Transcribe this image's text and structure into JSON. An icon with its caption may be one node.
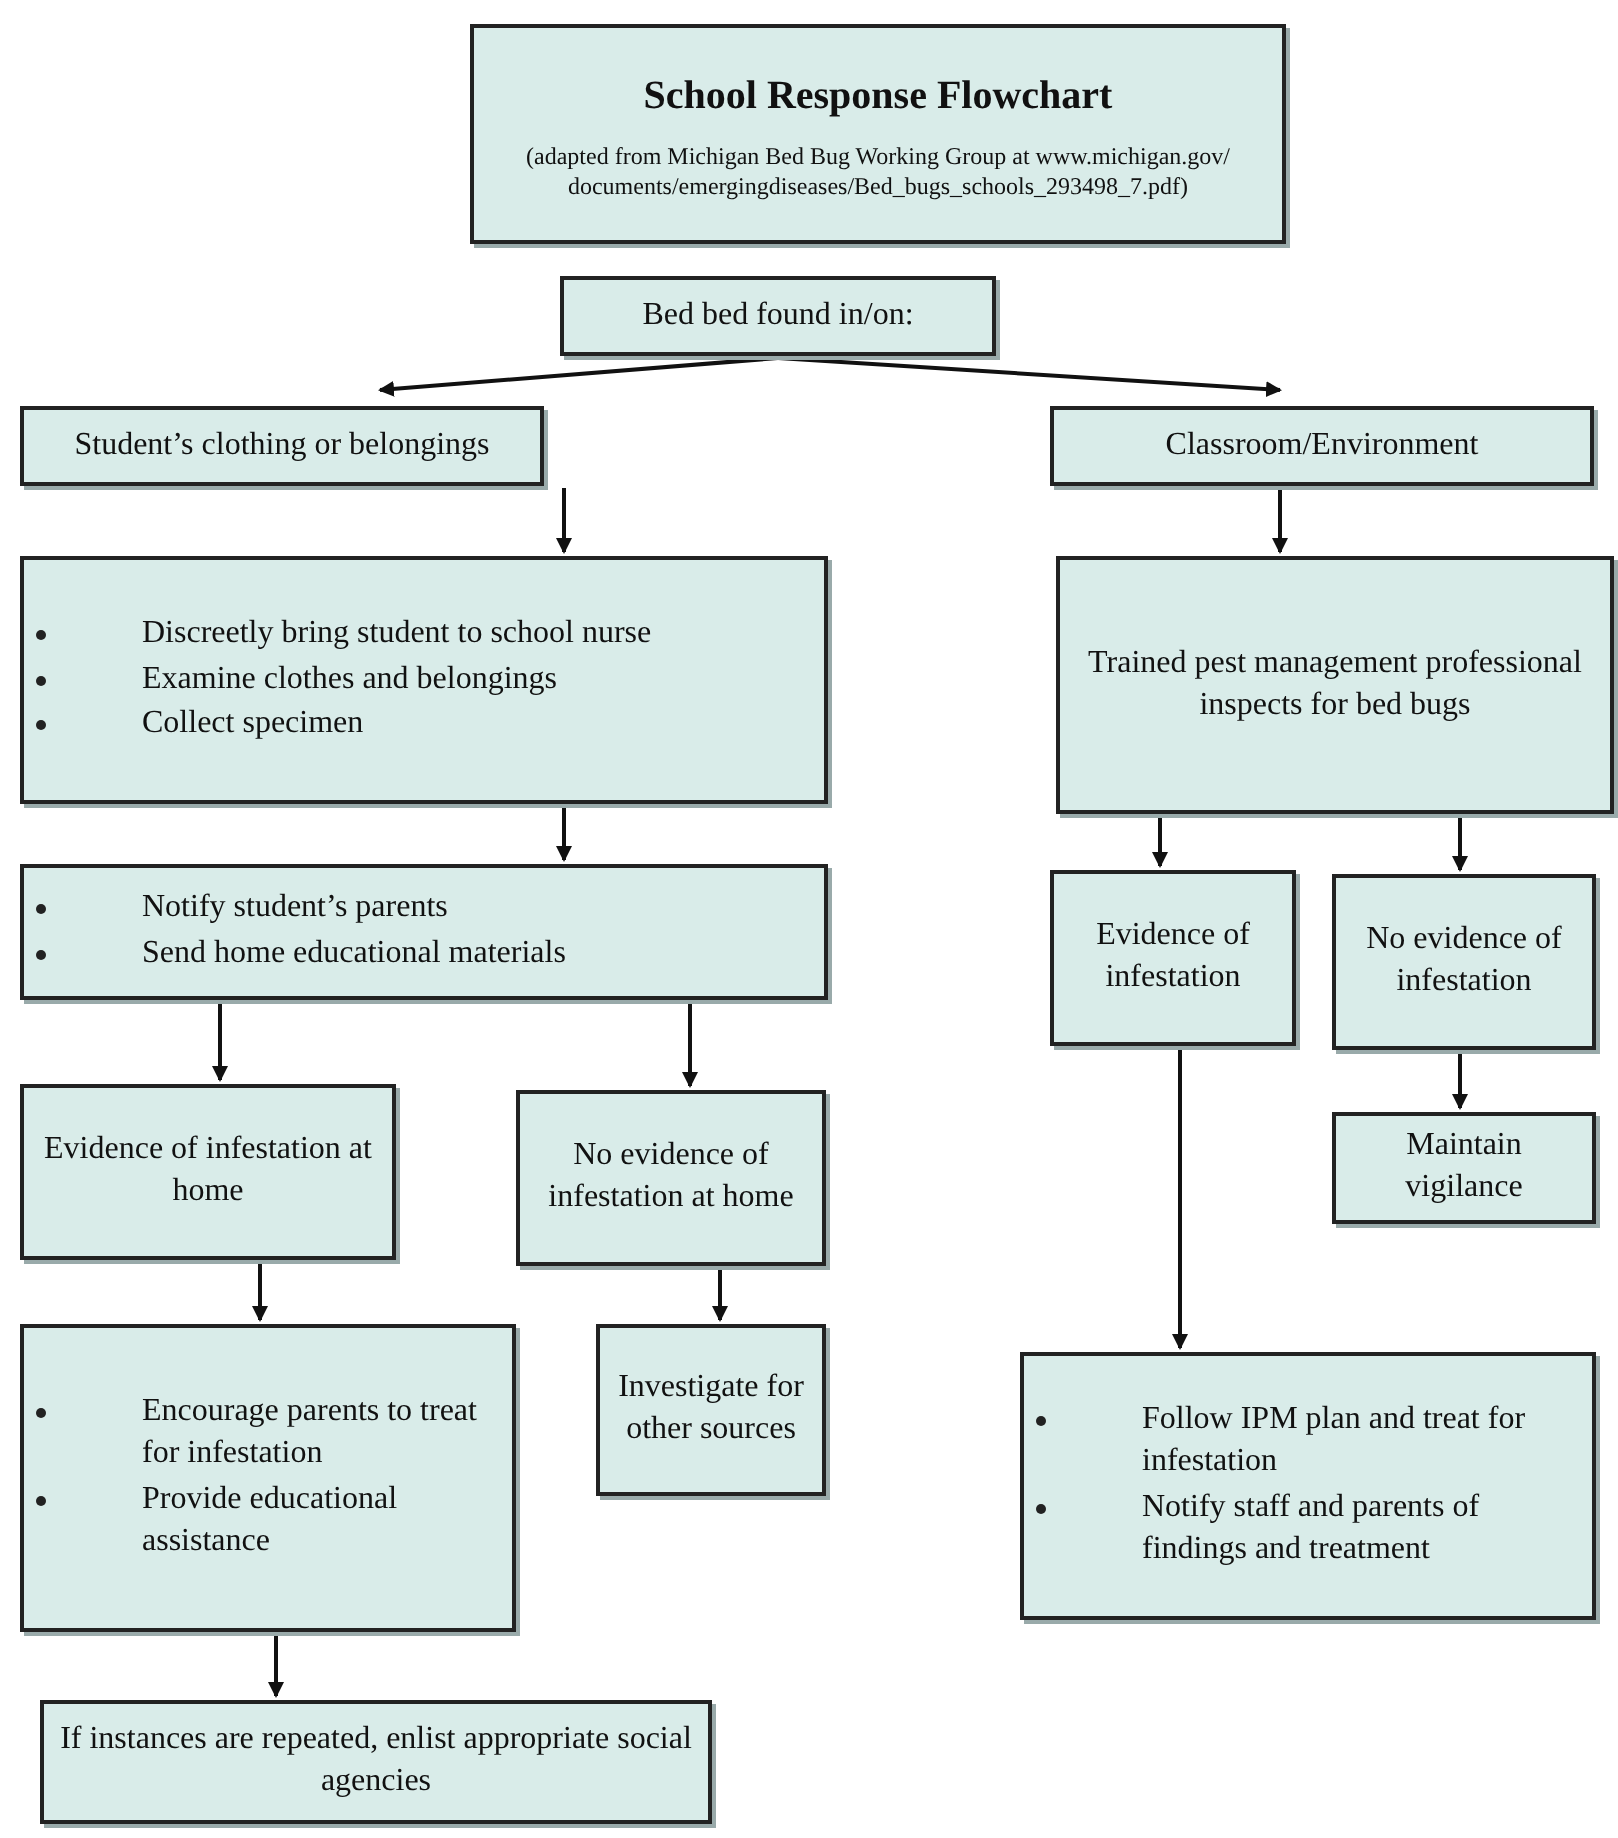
{
  "diagram": {
    "nodes": [
      {
        "text": [
          "School Response Flowchart",
          "(adapted from Michigan Bed Bug Working Group at www.michigan.gov/ documents/emergingdiseases/Bed_bugs_schools_293498_7.pdf)"
        ]
      },
      {
        "text": [
          "Bed bed found in/on:"
        ]
      },
      {
        "text": [
          "Student’s clothing or belongings"
        ]
      },
      {
        "text": [
          "Classroom/Environment"
        ]
      },
      {
        "text": [
          "Discreetly bring student to school nurse",
          "Examine clothes and belongings",
          "Collect specimen"
        ]
      },
      {
        "text": [
          "Trained pest management professional inspects for bed bugs"
        ]
      },
      {
        "text": [
          "Notify student’s parents",
          "Send home educational materials"
        ]
      },
      {
        "text": [
          "Evidence of infestation"
        ]
      },
      {
        "text": [
          "No evidence of infestation"
        ]
      },
      {
        "text": [
          "Evidence of infestation at home"
        ]
      },
      {
        "text": [
          "No evidence of infestation at home"
        ]
      },
      {
        "text": [
          "Maintain vigilance"
        ]
      },
      {
        "text": [
          "Investigate for other sources"
        ]
      },
      {
        "text": [
          "Encourage parents to treat for infestation",
          "Provide educational assistance"
        ]
      },
      {
        "text": [
          "Follow IPM plan and treat for infestation",
          "Notify staff and parents of findings and treatment"
        ]
      },
      {
        "text": [
          "If instances are repeated, enlist appropriate social agencies"
        ]
      }
    ],
    "edges": [
      {
        "from": 1,
        "to": 2,
        "arrow": "to"
      },
      {
        "from": 1,
        "to": 3,
        "arrow": "to"
      },
      {
        "from": 2,
        "to": 4,
        "arrow": "to"
      },
      {
        "from": 3,
        "to": 5,
        "arrow": "to"
      },
      {
        "from": 4,
        "to": 6,
        "arrow": "to"
      },
      {
        "from": 5,
        "to": 7,
        "arrow": "to"
      },
      {
        "from": 5,
        "to": 8,
        "arrow": "to"
      },
      {
        "from": 6,
        "to": 9,
        "arrow": "to"
      },
      {
        "from": 6,
        "to": 10,
        "arrow": "to"
      },
      {
        "from": 8,
        "to": 11,
        "arrow": "to"
      },
      {
        "from": 10,
        "to": 12,
        "arrow": "to"
      },
      {
        "from": 9,
        "to": 13,
        "arrow": "to"
      },
      {
        "from": 7,
        "to": 14,
        "arrow": "to"
      },
      {
        "from": 13,
        "to": 15,
        "arrow": "to"
      }
    ]
  }
}
